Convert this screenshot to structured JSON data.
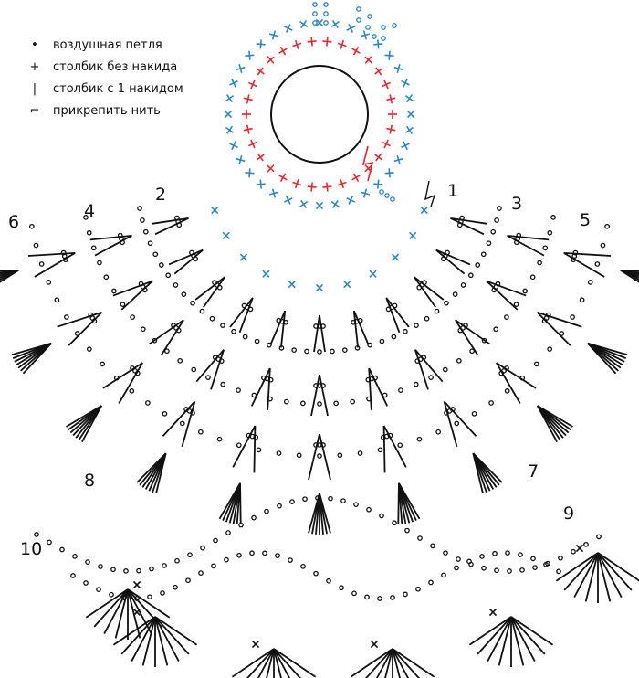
{
  "legend": [
    {
      "symbol": "chain-stitch",
      "label": "воздушная петля"
    },
    {
      "symbol": "single-crochet",
      "label": "столбик без накида"
    },
    {
      "symbol": "double-crochet",
      "label": "столбик с 1 накидом"
    },
    {
      "symbol": "join-yarn",
      "label": "прикрепить нить"
    }
  ],
  "row_numbers": [
    "1",
    "2",
    "3",
    "4",
    "5",
    "6",
    "7",
    "8",
    "9",
    "10"
  ],
  "colors": {
    "red": "#e8262e",
    "blue": "#2b86c9",
    "ink": "#111111"
  }
}
